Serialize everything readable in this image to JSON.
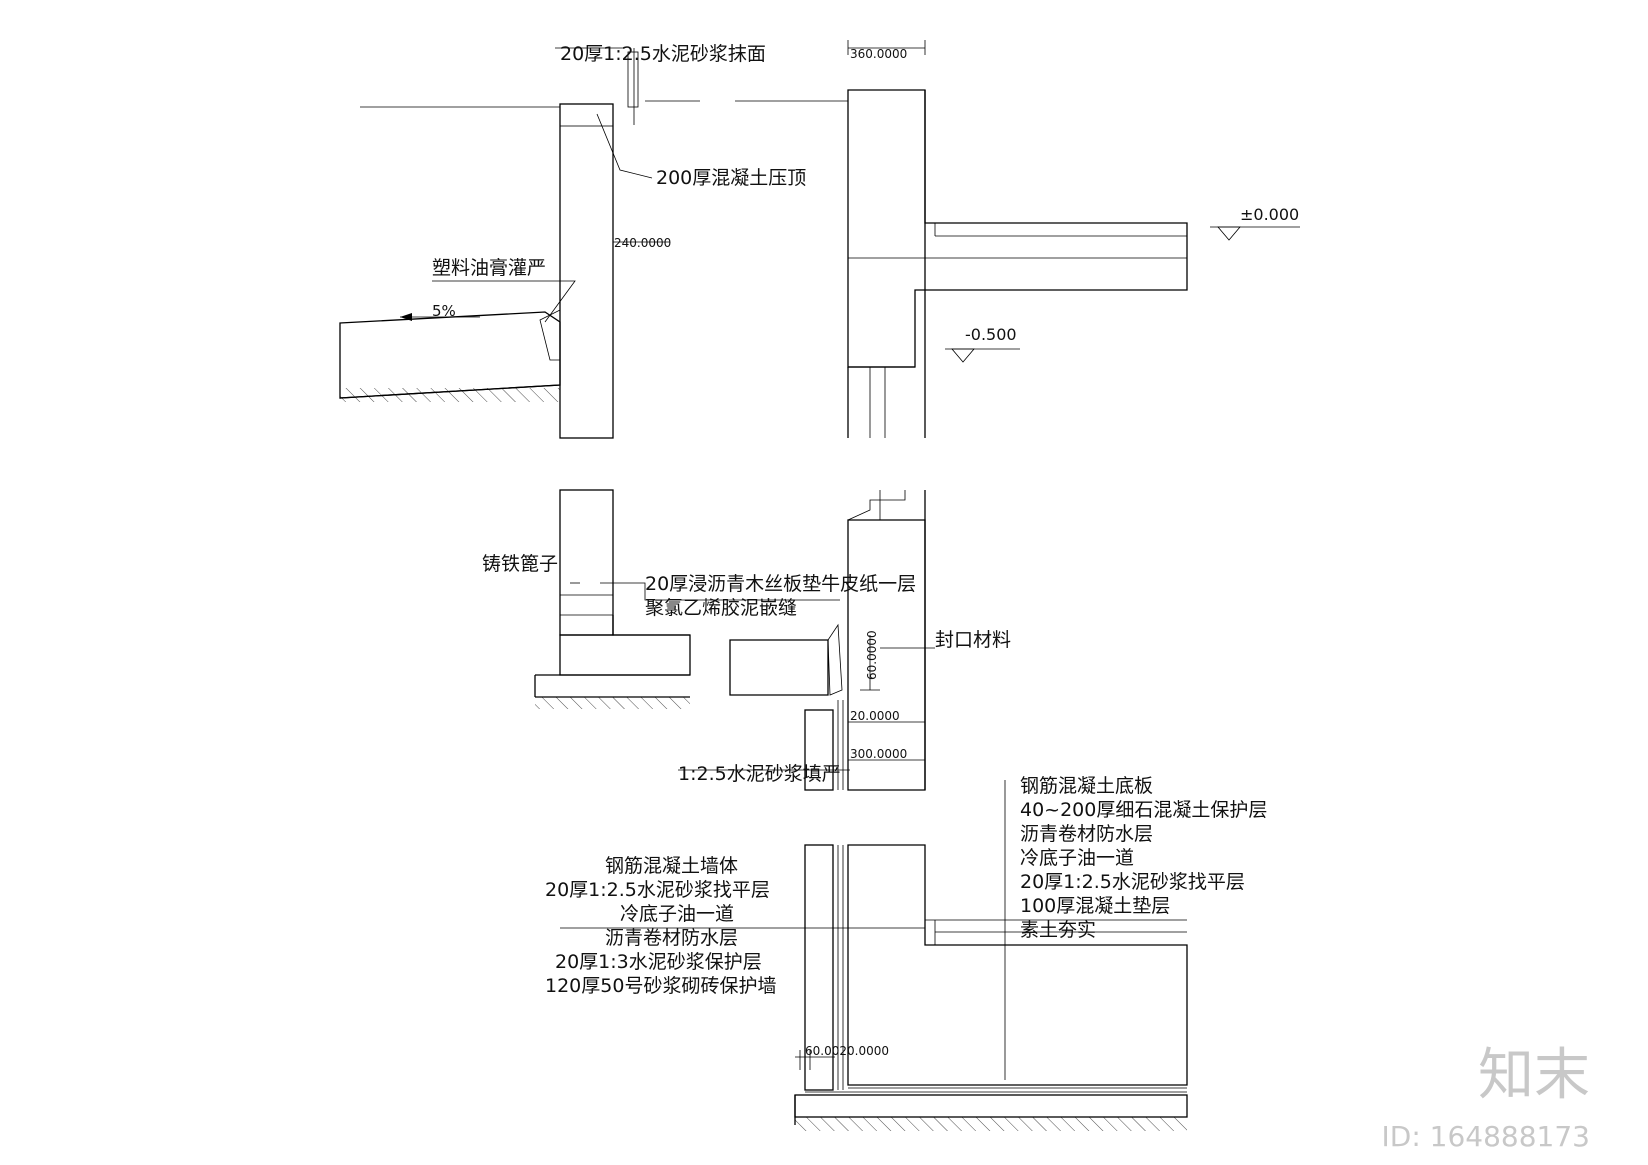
{
  "labels": {
    "top_finish": "20厚1:2.5水泥砂浆抹面",
    "coping": "200厚混凝土压顶",
    "dim_240": "240.0000",
    "sealant": "塑料油膏灌严",
    "slope": "5%",
    "dim_360": "360.0000",
    "elev_0": "±0.000",
    "elev_neg": "-0.500",
    "grate": "铸铁篦子",
    "joint_board": "20厚浸沥青木丝板垫牛皮纸一层",
    "joint_caulk": "聚氯乙烯胶泥嵌缝",
    "seal_material": "封口材料",
    "dim_60": "60.0000",
    "dim_20": "20.0000",
    "dim_300": "300.0000",
    "mortar_fill": "1:2.5水泥砂浆填严",
    "dim_bottom": "60.0020.0000"
  },
  "wall_layers": [
    "钢筋混凝土墙体",
    "20厚1:2.5水泥砂浆找平层",
    "冷底子油一道",
    "沥青卷材防水层",
    "20厚1:3水泥砂浆保护层",
    "120厚50号砂浆砌砖保护墙"
  ],
  "floor_layers": [
    "钢筋混凝土底板",
    "40~200厚细石混凝土保护层",
    "沥青卷材防水层",
    "冷底子油一道",
    "20厚1:2.5水泥砂浆找平层",
    "100厚混凝土垫层",
    "素土夯实"
  ],
  "watermark": {
    "logo_text": "知末",
    "id_text": "ID: 164888173"
  }
}
